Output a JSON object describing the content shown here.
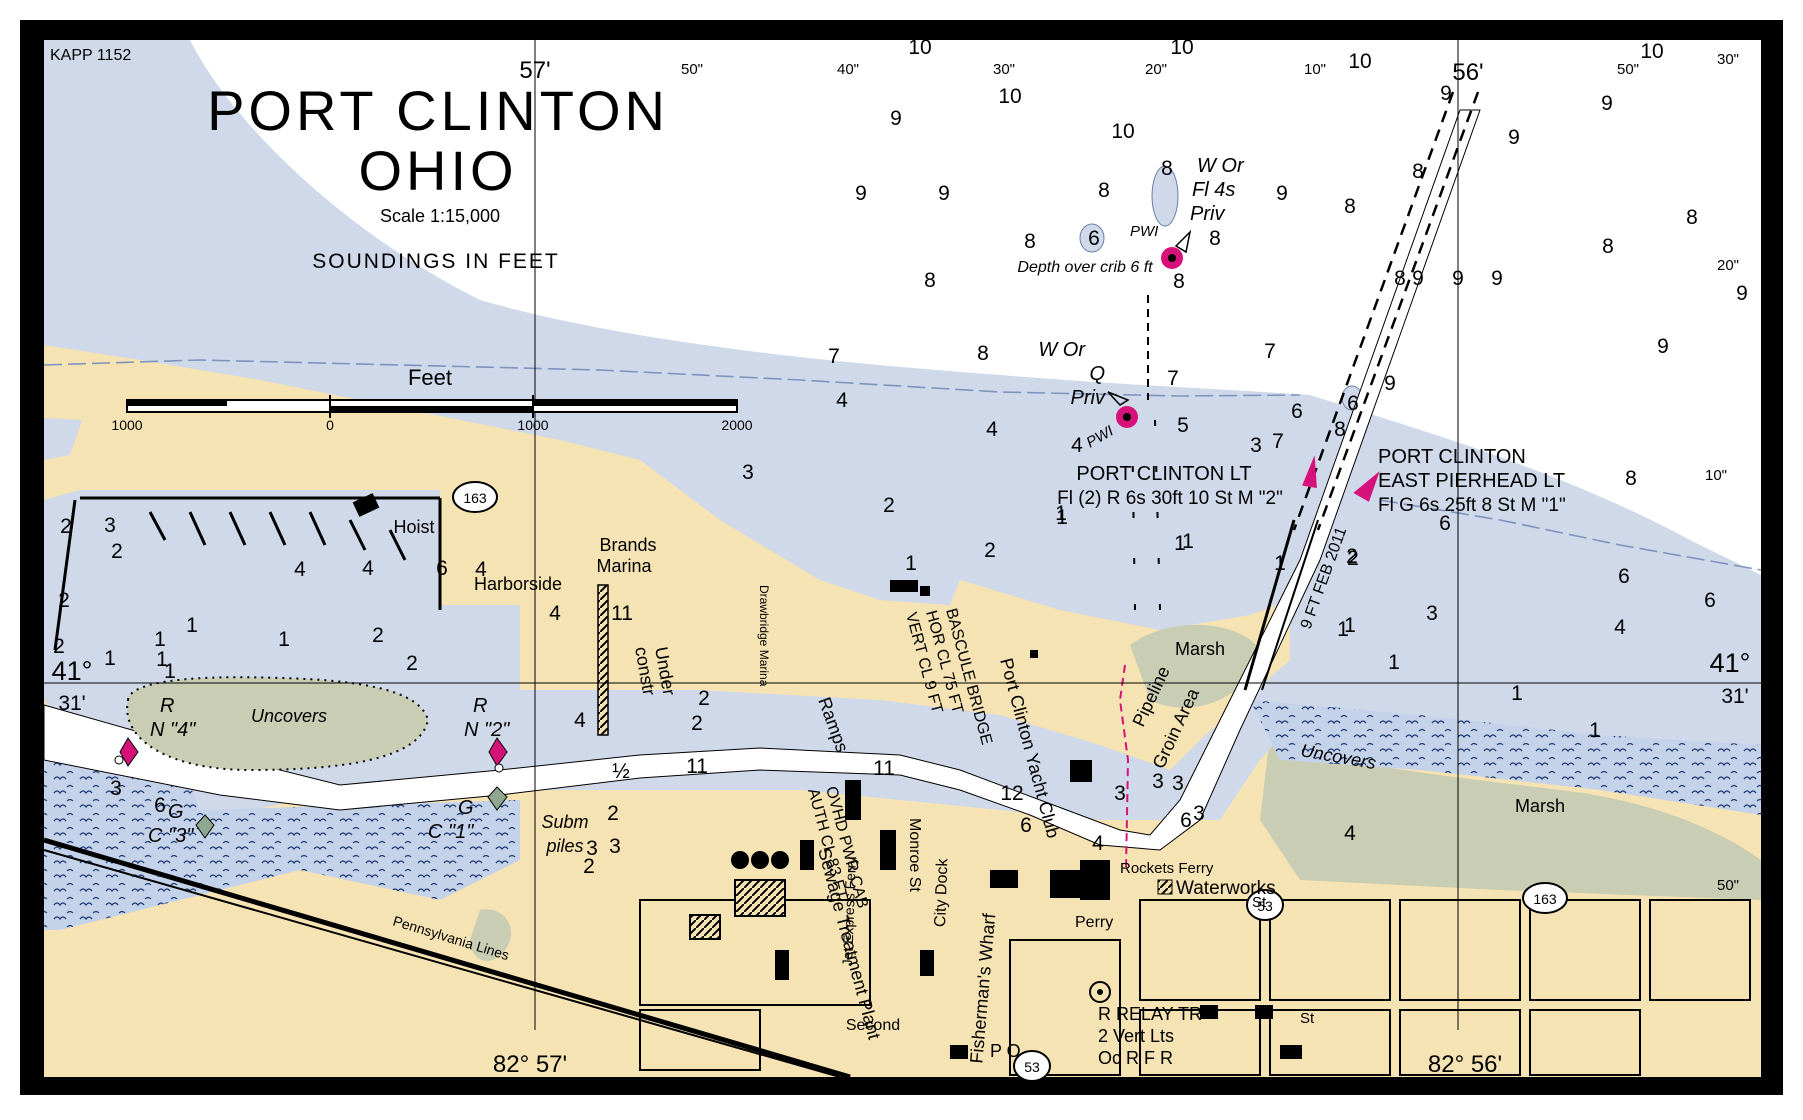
{
  "chart_id": "KAPP 1152",
  "title": {
    "line1": "PORT CLINTON",
    "line2": "OHIO"
  },
  "scale": "Scale 1:15,000",
  "units_note": "SOUNDINGS IN FEET",
  "scale_bar": {
    "label": "Feet",
    "ticks": [
      "1000",
      "0",
      "1000",
      "2000"
    ]
  },
  "colors": {
    "land": "#f6e3b3",
    "deep_water": "#ffffff",
    "shallow_water": "#cfd9ea",
    "marsh": "#c8cdb3",
    "magenta": "#d6127a",
    "frame": "#000000"
  },
  "top_border_labels": [
    "57'",
    "50\"",
    "40\"",
    "30\"",
    "20\"",
    "10\"",
    "56'",
    "50\""
  ],
  "right_border_labels": [
    "30\"",
    "20\"",
    "10\"",
    "50\""
  ],
  "latitude": {
    "deg": "41°",
    "min": "31'"
  },
  "bottom_labels": {
    "left": "82° 57'",
    "right": "82° 56'"
  },
  "lights": {
    "port_clinton_lt": {
      "name": "PORT CLINTON LT",
      "char": "Fl (2) R 6s 30ft 10 St M \"2\""
    },
    "east_pierhead_lt": {
      "line1": "PORT CLINTON",
      "line2": "EAST PIERHEAD LT",
      "char": "Fl G 6s 25ft 8 St M \"1\""
    },
    "w_or_fl4s": {
      "l1": "W Or",
      "l2": "Fl 4s",
      "l3": "Priv"
    },
    "w_or_q": {
      "l1": "W Or",
      "l2": "Q",
      "l3": "Priv"
    },
    "relay": {
      "l1": "R RELAY TR",
      "l2": "2 Vert Lts",
      "l3": "Oc R F R"
    }
  },
  "notes": {
    "depth_over_crib": "Depth over crib 6 ft",
    "pwi": "PWI",
    "channel": "9 FT FEB 2011"
  },
  "place_labels": {
    "hoist": "Hoist",
    "harborside": "Harborside",
    "brands_marina_1": "Brands",
    "brands_marina_2": "Marina",
    "uncovers": "Uncovers",
    "marsh": "Marsh",
    "pipeline": "Pipeline",
    "groin_area": "Groin Area",
    "drawbridge_marina": "Drawbridge Marina",
    "under_constr_1": "Under",
    "under_constr_2": "constr",
    "ramps": "Ramps",
    "subm_piles_1": "Subm",
    "subm_piles_2": "piles",
    "yacht_club": "Port Clinton Yacht Club",
    "bascule_1": "BASCULE BRIDGE",
    "bascule_2": "HOR CL 75 FT",
    "bascule_3": "VERT CL 9 FT",
    "ovhd_1": "OVHD PWR CAB",
    "ovhd_2": "AUTH CL 83 FT",
    "sewage": "Sewage Treatment Plant",
    "monroe": "Monroe St",
    "jet_express": "Jet Express Ferry",
    "city_dock": "City Dock",
    "fishermans": "Fisherman's Wharf",
    "rockets_ferry": "Rockets Ferry",
    "waterworks": "Waterworks",
    "perry": "Perry",
    "st": "St",
    "second": "Second",
    "po": "P O",
    "pennsylvania": "Pennsylvania Lines"
  },
  "route_shields": [
    "163",
    "163",
    "53",
    "53"
  ],
  "buoys": {
    "rn4_1": "R",
    "rn4_2": "N \"4\"",
    "rn2_1": "R",
    "rn2_2": "N \"2\"",
    "gc3_1": "G",
    "gc3_2": "C \"3\"",
    "gc1_1": "G",
    "gc1_2": "C \"1\""
  },
  "soundings": [
    "10",
    "10",
    "10",
    "10",
    "10",
    "10",
    "9",
    "9",
    "9",
    "9",
    "9",
    "9",
    "9",
    "9",
    "9",
    "9",
    "9",
    "9",
    "9",
    "8",
    "8",
    "8",
    "8",
    "8",
    "8",
    "8",
    "8",
    "8",
    "8",
    "8",
    "8",
    "8",
    "8",
    "7",
    "7",
    "7",
    "7",
    "6",
    "6",
    "6",
    "6",
    "6",
    "6",
    "6",
    "6",
    "5",
    "4",
    "4",
    "4",
    "4",
    "4",
    "4",
    "4",
    "4",
    "4",
    "4",
    "4",
    "3",
    "3",
    "3",
    "3",
    "3",
    "3",
    "3",
    "3",
    "3",
    "3",
    "3",
    "2",
    "2",
    "2",
    "2",
    "2",
    "2",
    "2",
    "2",
    "2",
    "2",
    "2",
    "2",
    "2",
    "2",
    "1",
    "1",
    "1",
    "1",
    "1",
    "1",
    "1",
    "1",
    "1",
    "1",
    "1",
    "1",
    "1",
    "1",
    "1",
    "1",
    "1",
    "½",
    "11",
    "11",
    "11",
    "12",
    "6",
    "6",
    "4",
    "6",
    "2"
  ]
}
